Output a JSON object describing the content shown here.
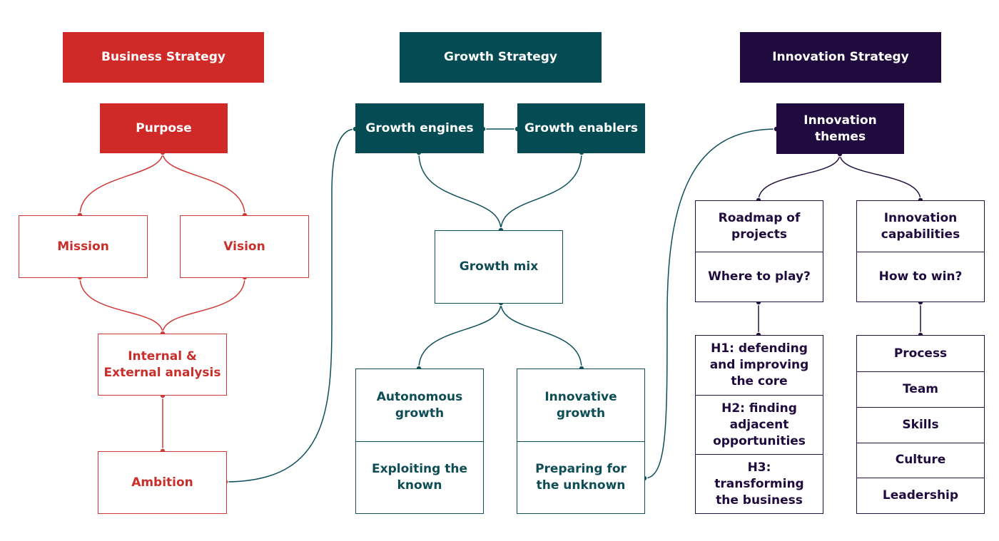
{
  "colors": {
    "red": "#cf2a28",
    "teal": "#044b54",
    "purple": "#1f0b3d"
  },
  "business": {
    "header": "Business Strategy",
    "purpose": "Purpose",
    "mission": "Mission",
    "vision": "Vision",
    "analysis": "Internal &\nExternal analysis",
    "ambition": "Ambition"
  },
  "growth": {
    "header": "Growth Strategy",
    "engines": "Growth engines",
    "enablers": "Growth enablers",
    "mix": "Growth mix",
    "autonomous": {
      "title": "Autonomous\ngrowth",
      "sub": "Exploiting the\nknown"
    },
    "innovative": {
      "title": "Innovative\ngrowth",
      "sub": "Preparing for\nthe unknown"
    }
  },
  "innovation": {
    "header": "Innovation Strategy",
    "themes": "Innovation\nthemes",
    "roadmap": {
      "title": "Roadmap of\nprojects",
      "sub": "Where to play?"
    },
    "capabilities": {
      "title": "Innovation\ncapabilities",
      "sub": "How to win?"
    },
    "horizons": [
      "H1: defending\nand improving\nthe core",
      "H2: finding\nadjacent\nopportunities",
      "H3:\ntransforming\nthe business"
    ],
    "capability_items": [
      "Process",
      "Team",
      "Skills",
      "Culture",
      "Leadership"
    ]
  }
}
